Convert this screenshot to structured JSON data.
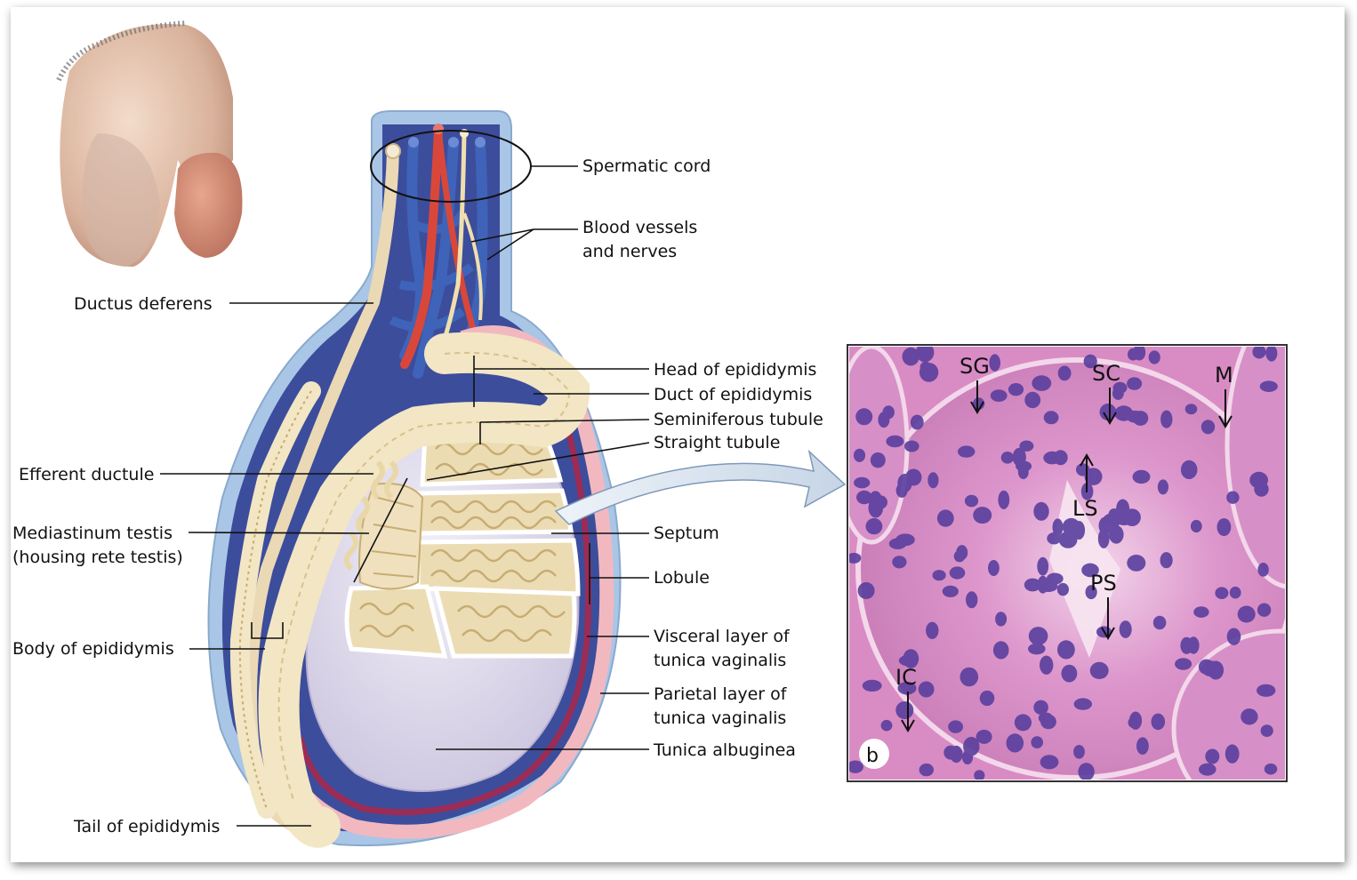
{
  "labels": {
    "spermatic_cord": "Spermatic cord",
    "blood_vessels_1": "Blood vessels",
    "blood_vessels_2": "and nerves",
    "ductus_deferens": "Ductus deferens",
    "head_epididymis": "Head of epididymis",
    "duct_epididymis": "Duct of epididymis",
    "seminiferous_tubule": "Seminiferous tubule",
    "straight_tubule": "Straight tubule",
    "efferent_ductule": "Efferent ductule",
    "mediastinum_1": "Mediastinum testis",
    "mediastinum_2": "(housing rete testis)",
    "septum": "Septum",
    "lobule": "Lobule",
    "body_epididymis": "Body of epididymis",
    "visceral_1": "Visceral layer of",
    "visceral_2": "tunica vaginalis",
    "parietal_1": "Parietal layer of",
    "parietal_2": "tunica vaginalis",
    "tunica_albuginea": "Tunica albuginea",
    "tail_epididymis": "Tail of epididymis"
  },
  "micrograph": {
    "panel_letter": "b",
    "sg": "SG",
    "sc": "SC",
    "m": "M",
    "ls": "LS",
    "ps": "PS",
    "ic": "IC"
  },
  "colors": {
    "outer_tunic": "#9dbde0",
    "tunic_inner": "#3b4f9e",
    "vein": "#3f63b8",
    "artery": "#d9473a",
    "epididymis": "#f2e6c4",
    "parietal": "#f2b8c0",
    "visceral": "#9b2c55",
    "albuginea": "#ddd8ec",
    "tissue_bg": "#d98bc4",
    "nucleus": "#5a3f9e"
  }
}
